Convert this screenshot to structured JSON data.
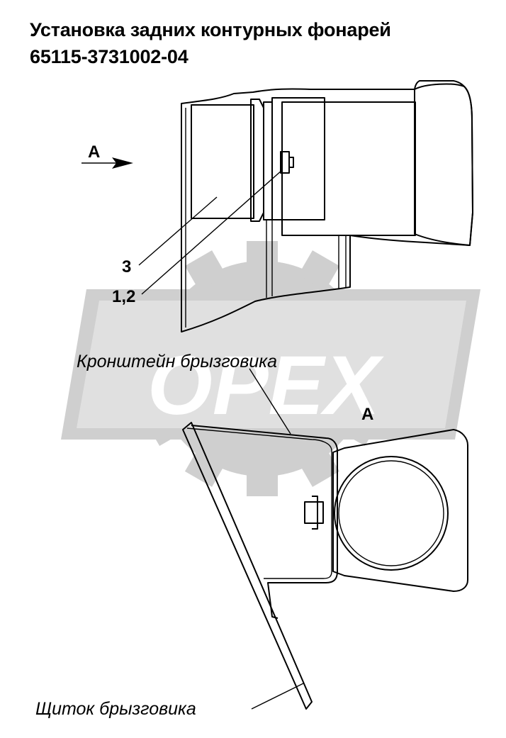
{
  "title": {
    "line1": "Установка задних контурных фонарей",
    "line2": "65115-3731002-04"
  },
  "callouts": {
    "view_arrow_label": "A",
    "view_label": "A",
    "part_3": "3",
    "parts_1_2": "1,2",
    "bracket_label": "Кронштейн брызговика",
    "shield_label": "Щиток брызговика"
  },
  "watermark": {
    "text": "OPEX",
    "color": "#cfcfcf"
  }
}
